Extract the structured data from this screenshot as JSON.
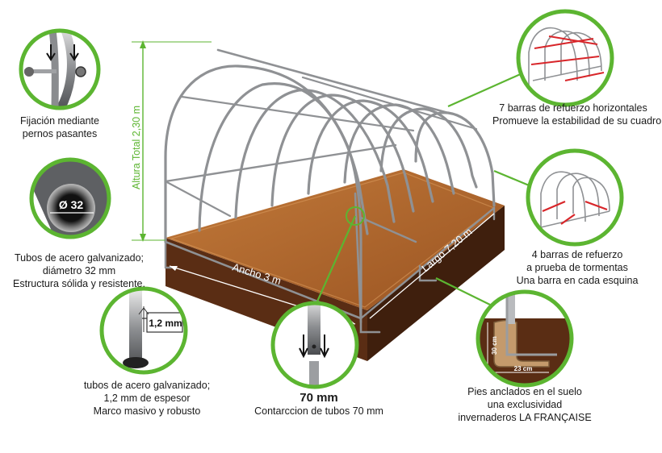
{
  "dimensions": {
    "height": "Altura Total 2,30 m",
    "width": "Ancho 3 m",
    "length": "Largo 7,20 m"
  },
  "callouts": {
    "bolts": {
      "lines": [
        "Fijación mediante",
        "pernos pasantes"
      ]
    },
    "tube_diameter": {
      "badge": "Ø 32",
      "lines": [
        "Tubos de acero galvanizado;",
        "diámetro 32 mm",
        "Estructura sólida y resistente."
      ]
    },
    "thickness": {
      "badge": "1,2 mm",
      "lines": [
        "tubos de acero galvanizado;",
        "1,2 mm de espesor",
        "Marco masivo y robusto"
      ]
    },
    "connection": {
      "title": "70 mm",
      "lines": [
        "Contarccion de tubos 70 mm"
      ]
    },
    "horizontal_bars": {
      "lines": [
        "7 barras de refuerzo horizontales",
        "Promueve la estabilidad de su cuadro"
      ]
    },
    "storm_bars": {
      "lines": [
        "4 barras de refuerzo",
        "a prueba de tormentas",
        "Una barra en cada esquina"
      ]
    },
    "anchored_feet": {
      "dim_vertical": "30 cm",
      "dim_horizontal": "23 cm",
      "lines": [
        "Pies anclados en el suelo",
        "una exclusividad",
        "invernaderos LA FRANÇAISE"
      ]
    }
  },
  "colors": {
    "accent_green": "#5cb531",
    "soil_top": "#b06a2e",
    "soil_side": "#5a2d14",
    "steel": "#9a9c9f",
    "reinforcement_red": "#d8262a"
  }
}
